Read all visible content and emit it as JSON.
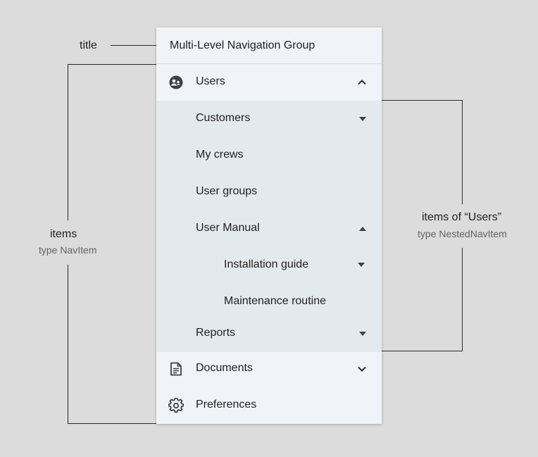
{
  "annotations": {
    "title": "title",
    "items": "items",
    "items_type": "type NavItem",
    "nested_items": "items of “Users”",
    "nested_items_type": "type NestedNavItem"
  },
  "nav": {
    "title": "Multi-Level Navigation Group",
    "items": [
      {
        "label": "Users",
        "icon": "users-icon",
        "expanded": true,
        "children": [
          {
            "label": "Customers",
            "indicator": "caret-down"
          },
          {
            "label": "My crews"
          },
          {
            "label": "User groups"
          },
          {
            "label": "User Manual",
            "indicator": "caret-up",
            "expanded": true,
            "children": [
              {
                "label": "Installation guide",
                "indicator": "caret-down"
              },
              {
                "label": "Maintenance routine"
              }
            ]
          },
          {
            "label": "Reports",
            "indicator": "caret-down"
          }
        ]
      },
      {
        "label": "Documents",
        "icon": "document-icon",
        "expanded": false
      },
      {
        "label": "Preferences",
        "icon": "gear-icon"
      }
    ]
  },
  "colors": {
    "background": "#dcdcdc",
    "panel": "#f0f4f8",
    "nested_background": "#e3eaee",
    "text": "#1f1f1f",
    "secondary_text": "#5f6368"
  }
}
